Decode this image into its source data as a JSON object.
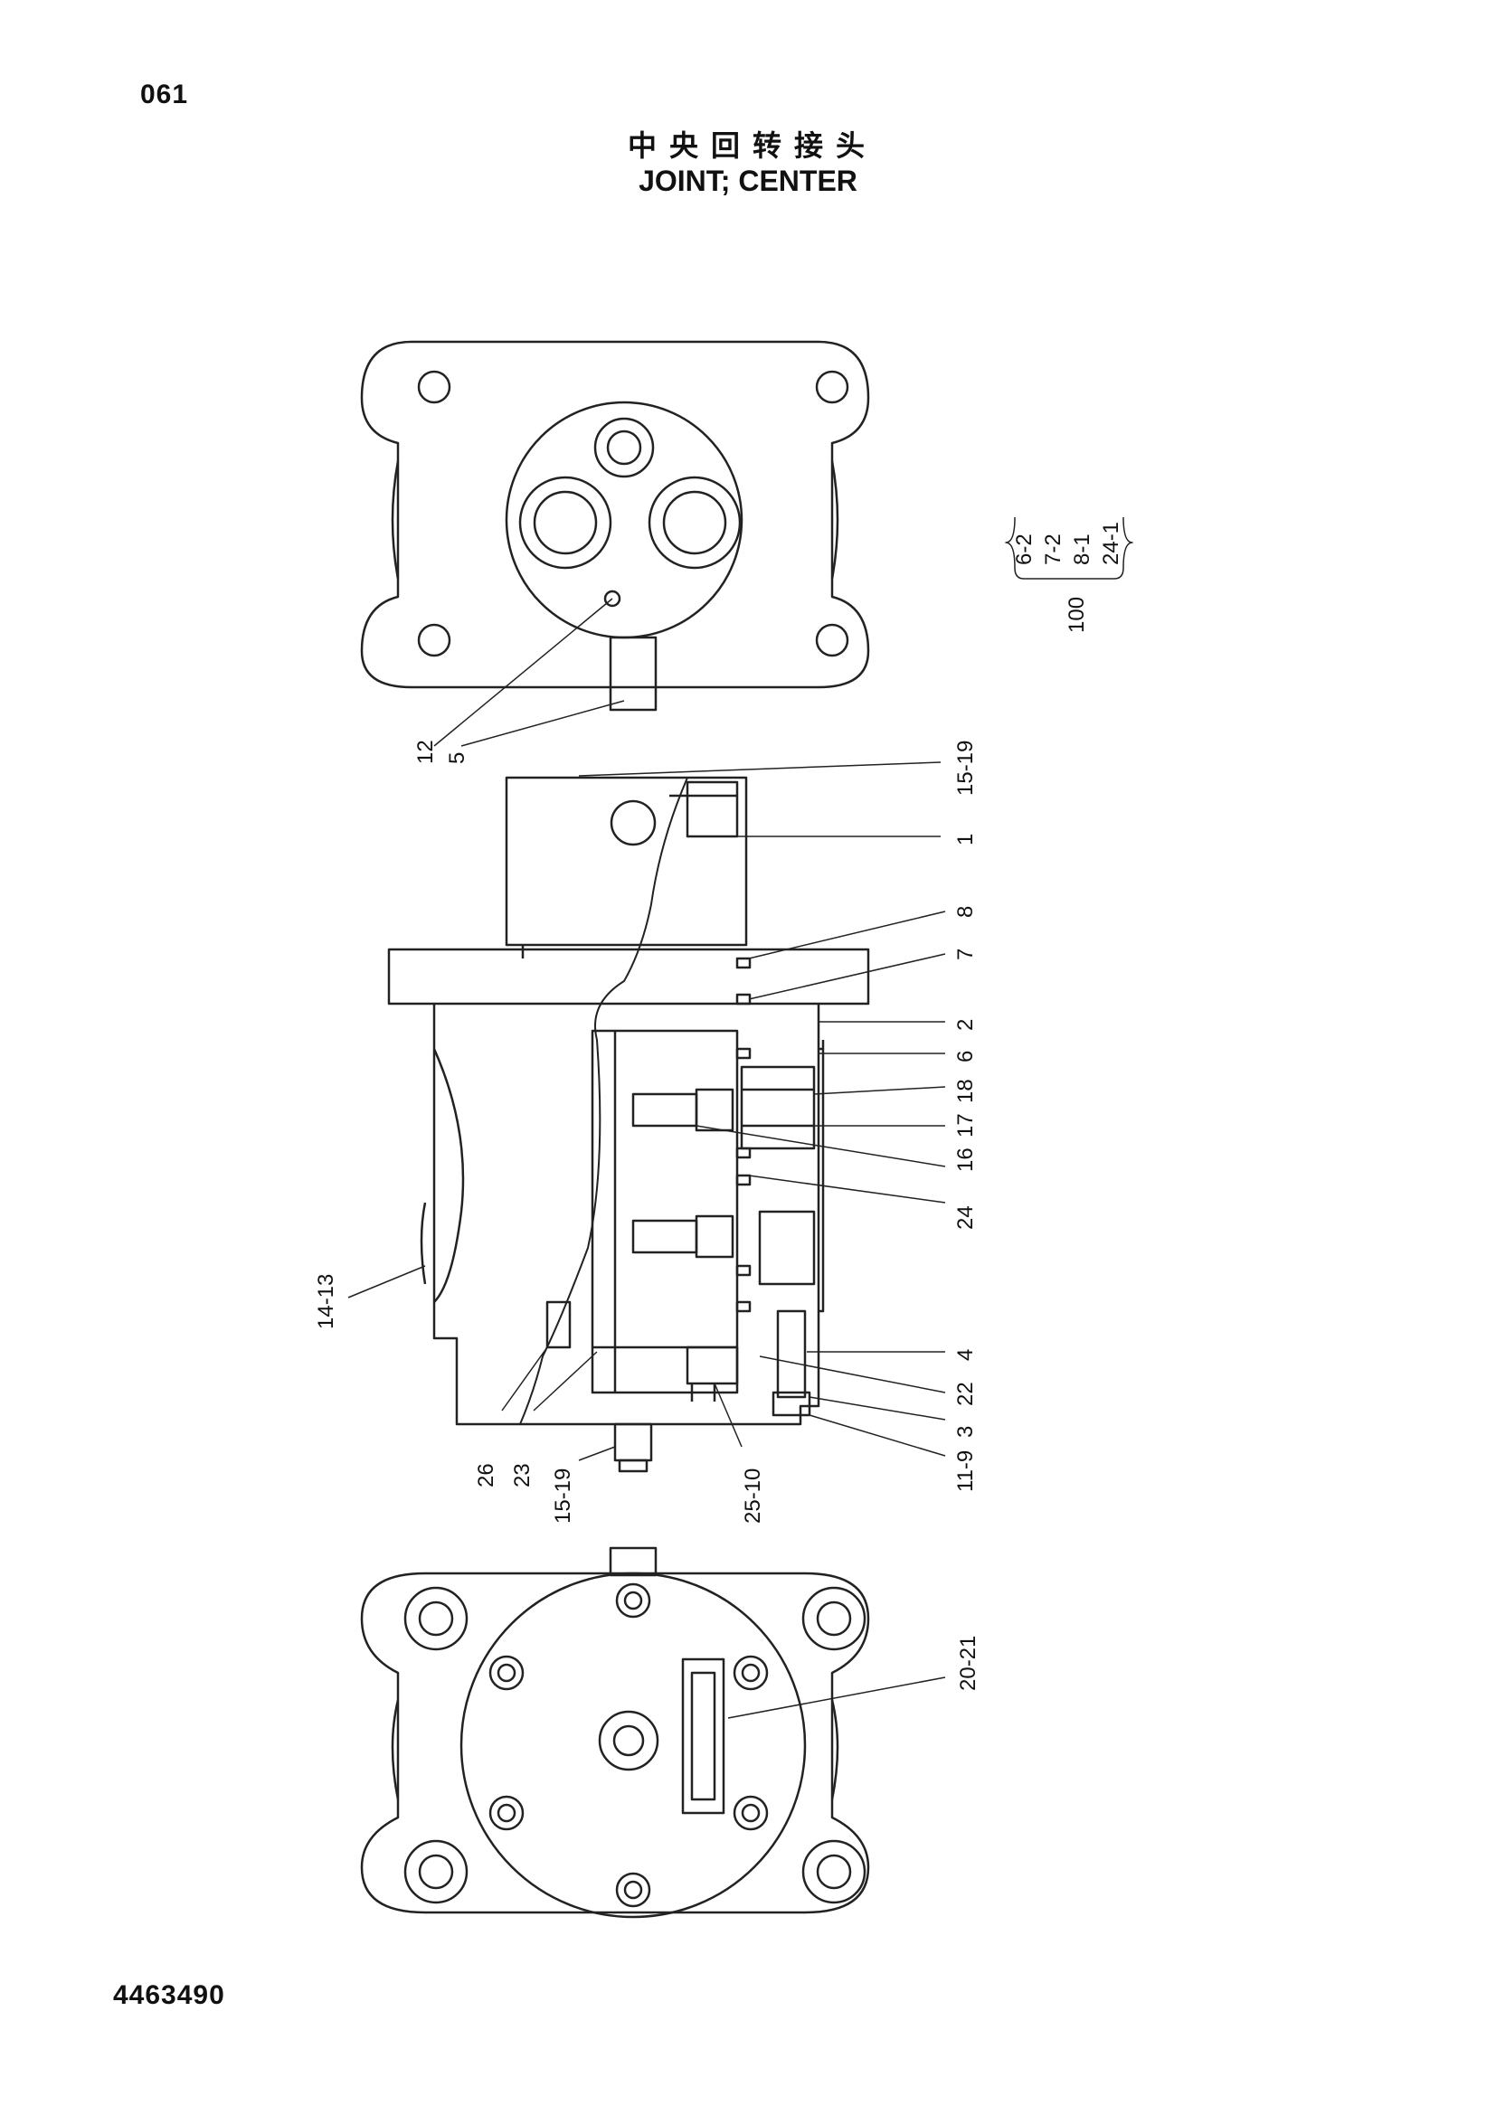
{
  "page_number": "061",
  "title_cn": "中央回转接头",
  "title_en": "JOINT; CENTER",
  "document_number": "4463490",
  "kit": {
    "label": "100",
    "items": [
      "6-2",
      "7-2",
      "8-1",
      "24-1"
    ]
  },
  "callouts": {
    "top_view": [
      "12",
      "5"
    ],
    "right_side": [
      "15-19",
      "1",
      "8",
      "7",
      "2",
      "6",
      "18",
      "17",
      "16",
      "24",
      "4",
      "22",
      "3",
      "11-9"
    ],
    "left_side": [
      "14-13"
    ],
    "bottom_row": [
      "26",
      "23",
      "15-19",
      "25-10"
    ],
    "bottom_view": [
      "20-21"
    ]
  }
}
